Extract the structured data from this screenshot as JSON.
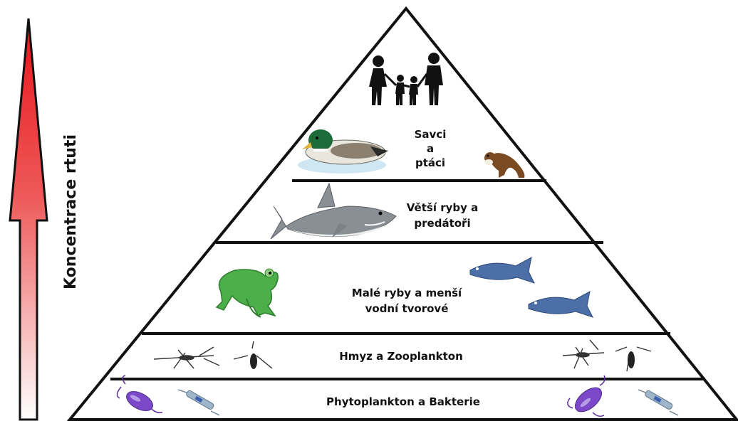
{
  "axis": {
    "label": "Koncentrace rtuti",
    "gradient_top": "#e8141b",
    "gradient_bottom": "#ffffff"
  },
  "levels": [
    {
      "line1": "",
      "line2": "",
      "line3": "",
      "icons": [
        "human-family-icon"
      ]
    },
    {
      "line1": "Savci",
      "line2": "a",
      "line3": "ptáci",
      "icons": [
        "duck-icon",
        "weasel-icon"
      ]
    },
    {
      "line1": "Větší ryby a",
      "line2": "predátoři",
      "icons": [
        "shark-icon"
      ]
    },
    {
      "line1": "Malé ryby a menší",
      "line2": "vodní tvorové",
      "icons": [
        "frog-icon",
        "fish-icon"
      ]
    },
    {
      "line1": "Hmyz a Zooplankton",
      "icons": [
        "insect-icon",
        "zooplankton-icon"
      ]
    },
    {
      "line1": "Phytoplankton a Bakterie",
      "icons": [
        "bacteria-icon",
        "phytoplankton-icon"
      ]
    }
  ],
  "colors": {
    "outline": "#111111",
    "frog": "#4caf4a",
    "fish": "#4d6fa8",
    "shark": "#8a8f96",
    "duck_head": "#1e6b3a",
    "weasel": "#7a4a22",
    "bacteria": "#7a48c8"
  }
}
